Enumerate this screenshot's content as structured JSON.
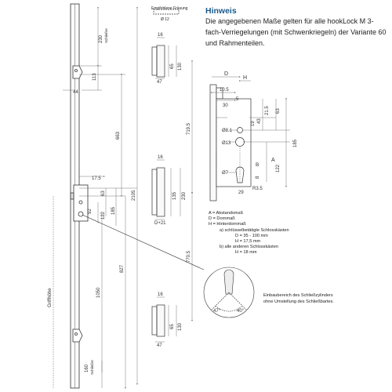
{
  "hinweis": {
    "title": "Hinweis",
    "text": "Die angegebenen Maße gelten für alle hookLock M 3-fach-Verriegelungen (mit Schwenkriegeln) der Variante 60 und Rahmenteilen."
  },
  "fraesung": {
    "label": "Empfohlene Fräsung",
    "size": "Ø 12"
  },
  "legend": {
    "a": "A = Abstandsmaß",
    "d": "D = Dornmaß",
    "h": "H = Hinterdornmaß",
    "a_item": "a)  schlüsselbetätigte Schlosskästen",
    "a_d": "D = 35 - 100 mm",
    "a_h": "H = 17,5 mm",
    "b_item": "b)  alle anderen Schlosskästen",
    "b_h": "H = 18 mm"
  },
  "install_note": "Einbaubereich des Schließzylinders ohne Umstellung des Schließbartes.",
  "labels": {
    "griffhoehe": "Griffhöhe",
    "dp21": "D+21"
  },
  "dims_main": {
    "d230": "230",
    "d230s": "Schließer",
    "d113": "113",
    "d44": "44",
    "d663": "663",
    "d175": "17.5",
    "d63": "63",
    "d92": "92",
    "d122": "122",
    "d185": "185",
    "d2105": "2105",
    "d827": "827",
    "d1050": "1050",
    "d160": "160",
    "d160s": "Schließer"
  },
  "dims_strike": {
    "top_16": "16",
    "top_65": "65",
    "top_130": "130",
    "top_47": "47",
    "top_719": "719.5",
    "mid_16": "16",
    "mid_135": "135",
    "mid_230": "230",
    "mid_770": "770.5",
    "bot_16": "16",
    "bot_65": "65",
    "bot_130": "130",
    "bot_47": "47"
  },
  "dims_detail": {
    "D": "D",
    "H": "H",
    "d10": "10.5",
    "d30": "30",
    "d5": "5",
    "d215": "21.5",
    "d63": "63",
    "d185": "185",
    "d19": "19",
    "d43": "43",
    "o81": "Ø8.1",
    "o13": "Ø13",
    "o7": "Ø7",
    "A": "A",
    "B": "B",
    "d122": "122",
    "d8": "8",
    "r35": "R3.5",
    "d29": "29"
  },
  "dims_cylinder": {
    "a47": "47°",
    "a40": "40°"
  }
}
